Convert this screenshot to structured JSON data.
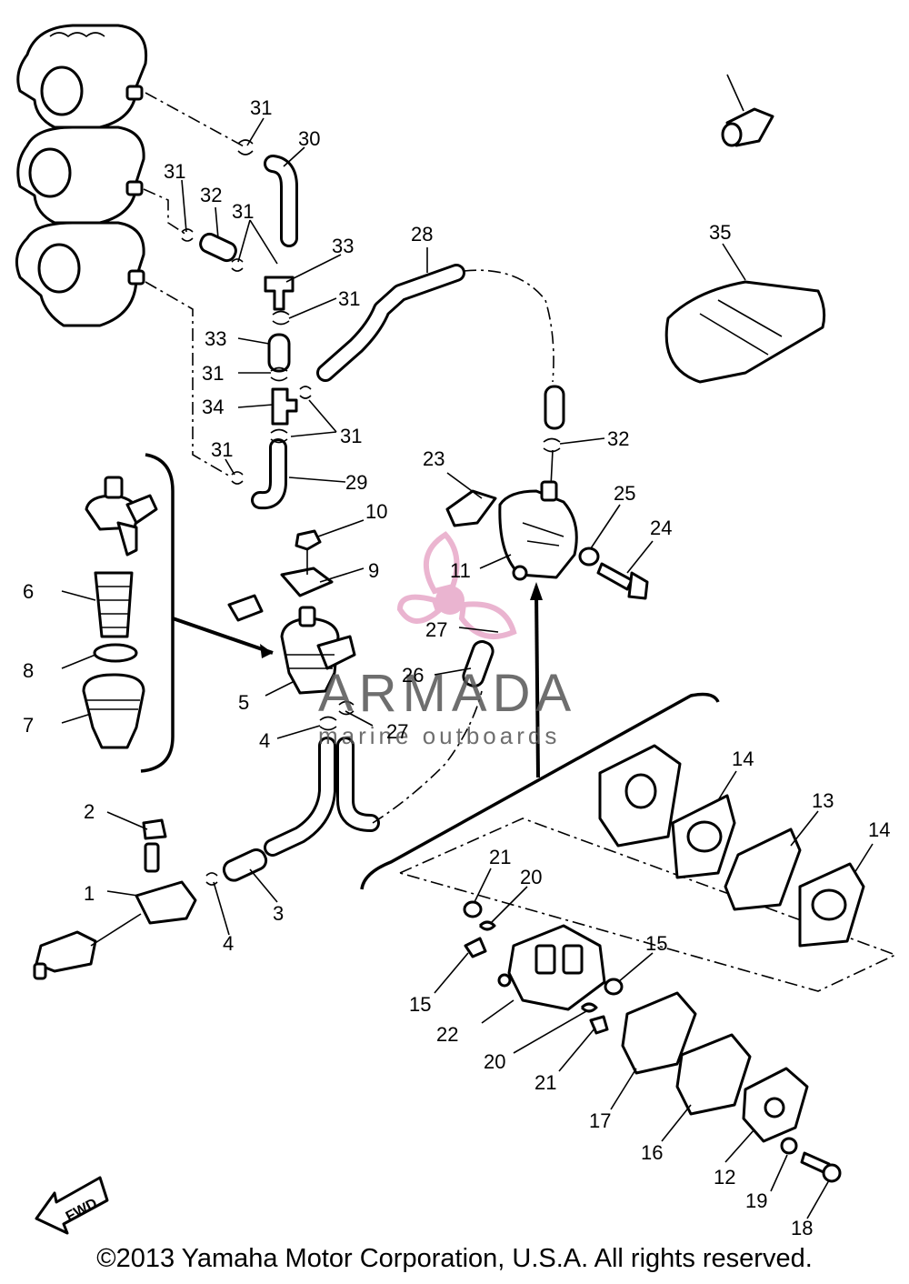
{
  "watermark": {
    "brand": "ARMADA",
    "tagline": "marine outboards",
    "colors": {
      "logo": "#e7a8c8",
      "text": "#555555"
    }
  },
  "copyright": "©2013 Yamaha Motor Corporation, U.S.A. All rights reserved.",
  "fwd_label": "FWD",
  "callouts": [
    "1",
    "2",
    "3",
    "4",
    "4",
    "5",
    "6",
    "7",
    "8",
    "9",
    "10",
    "11",
    "12",
    "13",
    "14",
    "14",
    "15",
    "15",
    "16",
    "17",
    "18",
    "19",
    "20",
    "20",
    "21",
    "21",
    "22",
    "23",
    "24",
    "25",
    "26",
    "27",
    "27",
    "28",
    "29",
    "30",
    "31",
    "31",
    "31",
    "31",
    "31",
    "31",
    "31",
    "32",
    "32",
    "33",
    "33",
    "34",
    "35"
  ]
}
